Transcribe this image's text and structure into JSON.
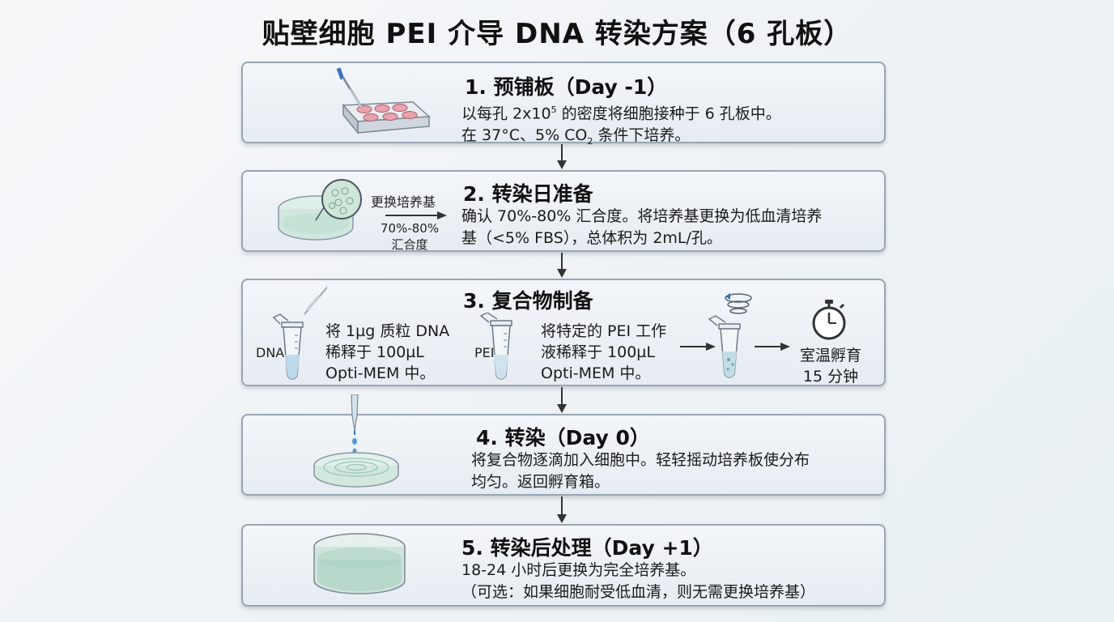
{
  "title": "贴壁细胞 PEI 介导 DNA 转染方案（6 孔板）",
  "steps": [
    {
      "heading": "1. 预铺板（Day -1）",
      "line1_a": "以每孔 2x10",
      "line1_sup": "5",
      "line1_b": " 的密度将细胞接种于 6 孔板中。",
      "line2_a": "在 37°C、5% CO",
      "line2_sub": "2",
      "line2_b": " 条件下培养。",
      "icon": "six-well-plate-pipette-icon"
    },
    {
      "heading": "2. 转染日准备",
      "line1": "确认 70%-80% 汇合度。将培养基更换为低血清培养",
      "line2": "基（<5% FBS），总体积为 2mL/孔。",
      "side_top": "更换培养基",
      "side_bottom_1": "70%-80%",
      "side_bottom_2": "汇合度",
      "icon": "petri-dish-magnifier-icon"
    },
    {
      "heading": "3. 复合物制备",
      "dna_label": "DNA",
      "dna_text": [
        "将 1µg 质粒 DNA",
        "稀释于 100µL",
        "Opti-MEM 中。"
      ],
      "pei_label": "PEI",
      "pei_text": [
        "将特定的 PEI 工作",
        "液稀释于 100µL",
        "Opti-MEM 中。"
      ],
      "incubate_text": [
        "室温孵育",
        "15 分钟"
      ],
      "icon_dna": "dna-tube-icon",
      "icon_pei": "pei-tube-icon",
      "icon_mix": "vortex-tube-icon",
      "icon_timer": "stopwatch-icon"
    },
    {
      "heading": "4. 转染（Day 0）",
      "line1": "将复合物逐滴加入细胞中。轻轻摇动培养板使分布",
      "line2": "均匀。返回孵育箱。",
      "icon": "dropper-dish-icon"
    },
    {
      "heading": "5. 转染后处理（Day +1）",
      "line1": "18-24 小时后更换为完全培养基。",
      "line2": "（可选：如果细胞耐受低血清，则无需更换培养基）",
      "icon": "culture-dish-icon"
    }
  ]
}
